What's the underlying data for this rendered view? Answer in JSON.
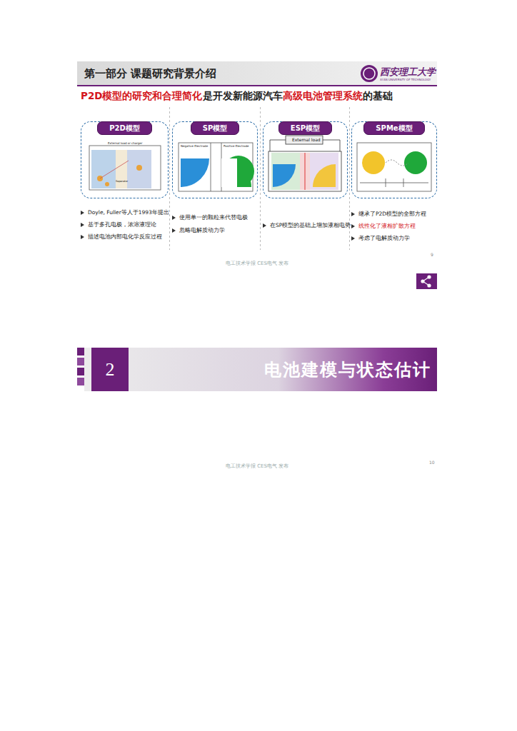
{
  "diagram": {
    "title": "第一部分 课题研究背景介绍",
    "nodes": [
      {
        "text": [
          "P2D模型"
        ]
      },
      {
        "text": [
          "SP模型"
        ]
      },
      {
        "text": [
          "ESP模型"
        ]
      },
      {
        "text": [
          "SPMe模型"
        ]
      },
      {
        "text": [
          "电池建模与状态估计"
        ]
      },
      {
        "text": [
          "2"
        ],
        "in": 4
      }
    ],
    "labels": [
      "P2D模型的研究和合理简化",
      "是开发新能源汽车",
      "高级电池管理系统",
      "的基础",
      "西安理工大学",
      "XI'AN UNIVERSITY OF TECHNOLOGY",
      "Doyle, Fuller等人于1993年提出",
      "基于多孔电极，浓溶液理论",
      "描述电池内部电化学反应过程",
      "使用单一的颗粒来代替电极",
      "忽略电解质动力学",
      "在SP模型的基础上增加液相电势",
      "继承了P2D模型的全部方程",
      "线性化了液相扩散方程",
      "考虑了电解质动力学",
      "9",
      "电工技术学报 CES电气 发布",
      "电工技术学报 CES电气 发布",
      "10",
      "External load",
      "External load or charger",
      "Negative Electrode",
      "Positive Electrode",
      "Separator"
    ]
  }
}
